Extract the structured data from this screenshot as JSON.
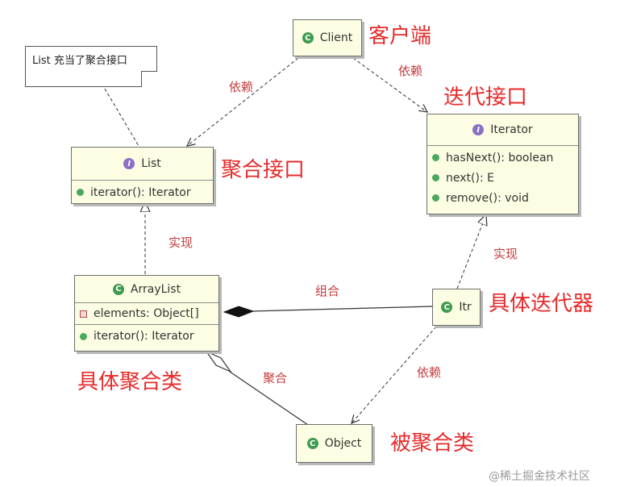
{
  "note": {
    "text": "List 充当了聚合接口"
  },
  "classes": {
    "client": {
      "name": "Client"
    },
    "list": {
      "name": "List",
      "methods": [
        "iterator(): Iterator"
      ]
    },
    "iterator": {
      "name": "Iterator",
      "methods": [
        "hasNext(): boolean",
        "next(): E",
        "remove(): void"
      ]
    },
    "arraylist": {
      "name": "ArrayList",
      "fields": [
        "elements: Object[]"
      ],
      "methods": [
        "iterator(): Iterator"
      ]
    },
    "itr": {
      "name": "Itr"
    },
    "object": {
      "name": "Object"
    }
  },
  "role_labels": {
    "client": "客户端",
    "iterator": "迭代接口",
    "list": "聚合接口",
    "itr": "具体迭代器",
    "arraylist": "具体聚合类",
    "object": "被聚合类"
  },
  "edge_labels": {
    "client_list": "依赖",
    "client_iterator": "依赖",
    "arraylist_list": "实现",
    "itr_iterator": "实现",
    "arraylist_itr": "组合",
    "arraylist_object": "聚合",
    "itr_object": "依赖"
  },
  "watermark": "@稀土掘金技术社区",
  "colors": {
    "class_fill": "#fdfde3",
    "class_badge": "#3e9b4f",
    "interface_badge": "#8a6fc4",
    "annotation_red": "#e52b2b",
    "edge": "#333333"
  }
}
